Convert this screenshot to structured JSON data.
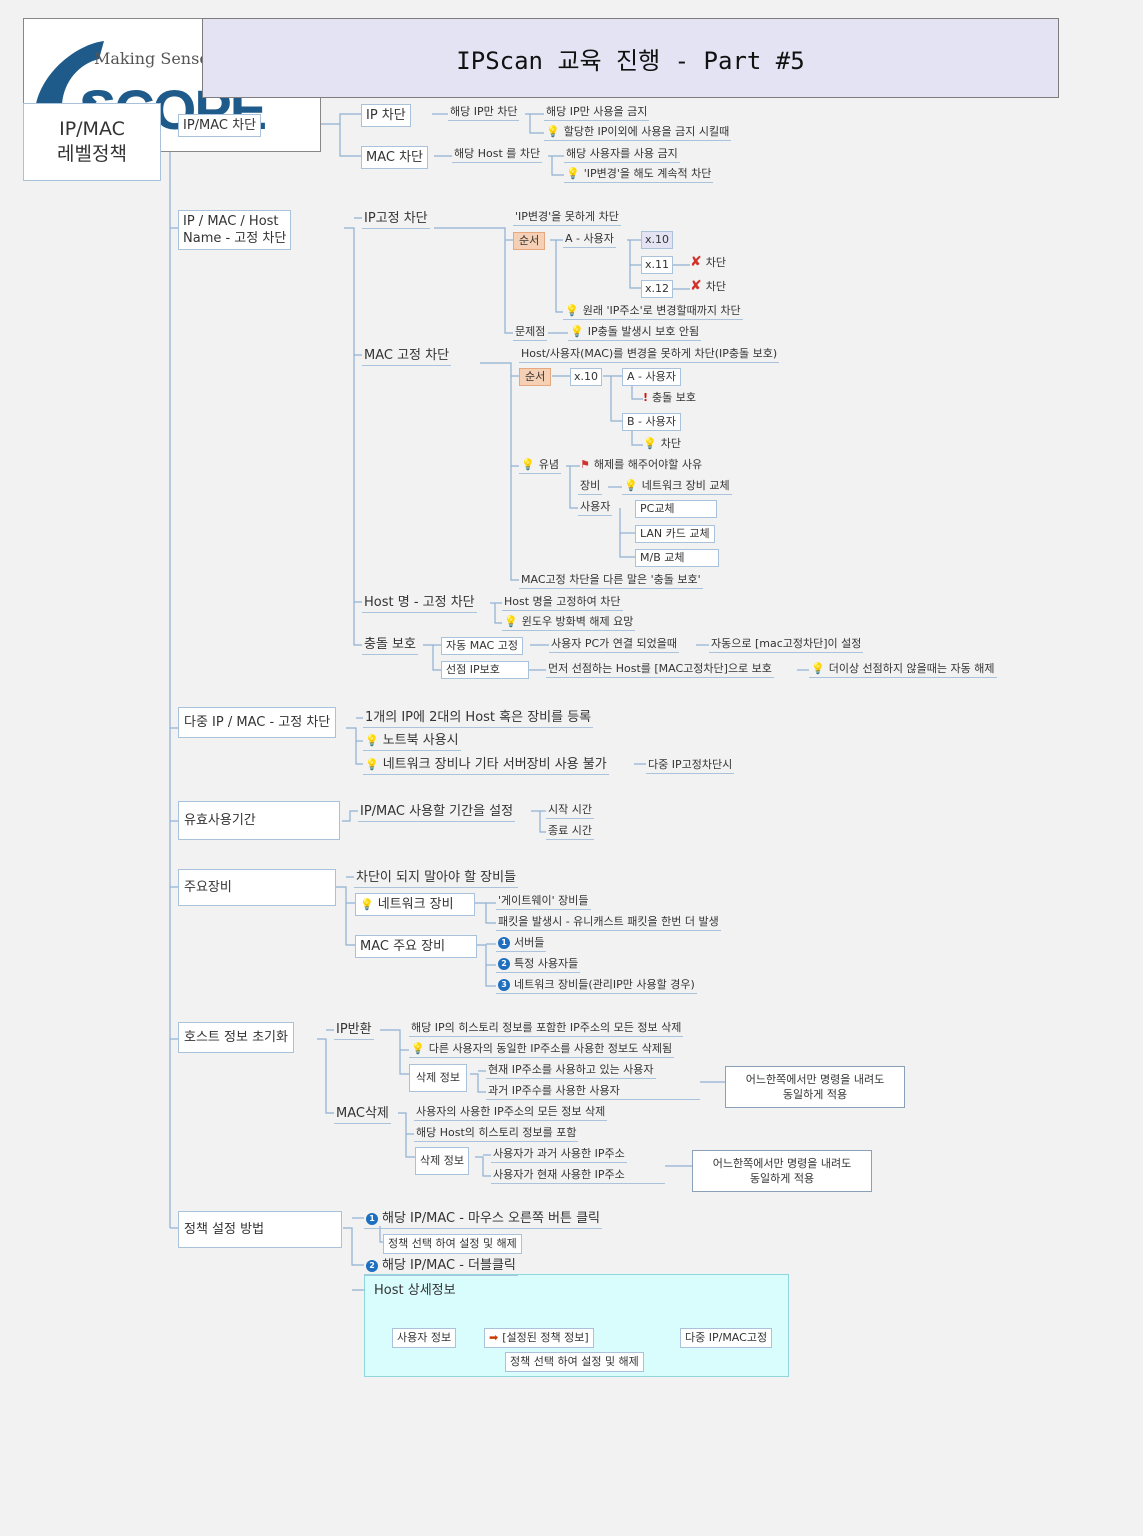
{
  "title": "IPScan  교육  진행  -  Part  #5",
  "logo": {
    "text": "Making Sense o",
    "word": "SCOPE"
  },
  "root": {
    "line1": "IP/MAC",
    "line2": "레벨정책"
  },
  "nodes": {
    "ipmac": "IP/MAC 차단",
    "ip_block": "IP 차단",
    "ip_only_block": "해당 IP만 차단",
    "ip_only_forbid": "해당 IP만 사용을 금지",
    "ip_other_forbid": "할당한 IP이외에 사용을 금지 시킬때",
    "mac_block": "MAC 차단",
    "host_block": "해당 Host 를 차단",
    "user_forbid": "해당 사용자를 사용 금지",
    "ipchange_keep": "'IP변경'을 해도 계속적 차단",
    "fixed": "IP / MAC / Host",
    "fixed2": "Name - 고정 차단",
    "ipfix": "IP고정 차단",
    "ipfix_desc": "'IP변경'을 못하게 차단",
    "seq": "순서",
    "userA": "A - 사용자",
    "x10": "x.10",
    "x11": "x.11",
    "x12": "x.12",
    "block": "차단",
    "orig_ip": "원래 'IP주소'로 변경할때까지 차단",
    "problem": "문제점",
    "ip_conflict": "IP충돌 발생시 보호 안됨",
    "macfix": "MAC 고정 차단",
    "macfix_desc": "Host/사용자(MAC)를 변경을 못하게 차단(IP충돌 보호)",
    "conflict_protect": "충돌 보호",
    "userB": "B - 사용자",
    "caution": "유념",
    "release_reason": "해제를 해주어야할 사유",
    "device": "장비",
    "nw_change": "네트워크 장비 교체",
    "user": "사용자",
    "pc_change": "PC교체",
    "lan_change": "LAN 카드 교체",
    "mb_change": "M/B 교체",
    "macfix_alias": "MAC고정 차단을 다른 말은 '충돌 보호'",
    "hostfix": "Host 명 - 고정 차단",
    "hostfix_desc": "Host 명을 고정하여 차단",
    "firewall": "윈도우 방화벽 해제 요망",
    "collision": "충돌 보호",
    "auto_mac": "자동 MAC 고정",
    "pc_connected": "사용자 PC가 연결 되었을때",
    "auto_set": "자동으로 [mac고정차단]이 설정",
    "preempt": "선점 IP보호",
    "preempt_desc": "먼저 선점하는 Host를 [MAC고정차단]으로 보호",
    "auto_release": "더이상 선점하지 않을때는 자동 해제",
    "multi": "다중 IP / MAC - 고정 차단",
    "multi_desc": "1개의 IP에 2대의 Host 혹은 장비를 등록",
    "notebook": "노트북 사용시",
    "server_unusable": "네트워크 장비나 기타 서버장비 사용 불가",
    "multi_ipfix": "다중 IP고정차단시",
    "validity": "유효사용기간",
    "validity_desc": "IP/MAC 사용할 기간을 설정",
    "start_time": "시작 시간",
    "end_time": "종료 시간",
    "major": "주요장비",
    "no_block": "차단이 되지 말아야 할 장비들",
    "nw_device": "네트워크 장비",
    "gateway": "'게이트웨이' 장비들",
    "unicast": "패킷을 발생시 - 유니캐스트 패킷을 한번 더 발생",
    "mac_major": "MAC 주요 장비",
    "servers": "서버들",
    "specific_users": "특정 사용자들",
    "nw_mgmt": "네트워크 장비들(관리IP만 사용할 경우)",
    "reset": "호스트 정보 초기화",
    "ip_return": "IP반환",
    "ip_return_desc": "해당 IP의 히스토리 정보를 포함한 IP주소의 모든 정보 삭제",
    "same_ip_delete": "다른 사용자의 동일한 IP주소를 사용한 정보도 삭제됨",
    "delete_info": "삭제 정보",
    "cur_ip_user": "현재 IP주소를 사용하고 있는 사용자",
    "past_ip_user": "과거 IP주수를 사용한 사용자",
    "note1a": "어느한쪽에서만 명령을 내려도",
    "note1b": "동일하게 적용",
    "mac_delete": "MAC삭제",
    "mac_delete_desc": "사용자의 사용한 IP주소의 모든 정보 삭제",
    "host_history": "해당 Host의 히스토리 정보를 포함",
    "delete_info2": "삭제 정보",
    "past_used_ip": "사용자가 과거 사용한 IP주소",
    "cur_used_ip": "사용자가 현재 사용한 IP주소",
    "note2a": "어느한쪽에서만 명령을 내려도",
    "note2b": "동일하게 적용",
    "policy": "정책 설정 방법",
    "right_click": "해당 IP/MAC - 마우스 오른쪽 버튼 클릭",
    "select_policy": "정책 선택 하여 설정 및 해제",
    "double_click": "해당 IP/MAC - 더블클릭",
    "host_detail": "Host 상세정보",
    "user_info": "사용자 정보",
    "set_policy": "[설정된 정책 정보]",
    "multi_ipmac": "다중 IP/MAC고정",
    "select_policy2": "정책 선택 하여 설정 및 해제"
  },
  "colors": {
    "title_bg": "#e4e3f3",
    "line": "#8fb0d3",
    "panel_bg": "#d9fcfd",
    "bulb": "#e6a400",
    "cross": "#d1322c",
    "number": "#1f6fc0",
    "sequence_bg": "#f6d0b5"
  },
  "icons": {
    "idea": "lightbulb-icon",
    "cross": "x-mark-icon",
    "warning": "exclamation-icon",
    "flag": "flag-icon",
    "arrow": "right-arrow-icon",
    "numbers": [
      "1",
      "2",
      "3"
    ]
  }
}
